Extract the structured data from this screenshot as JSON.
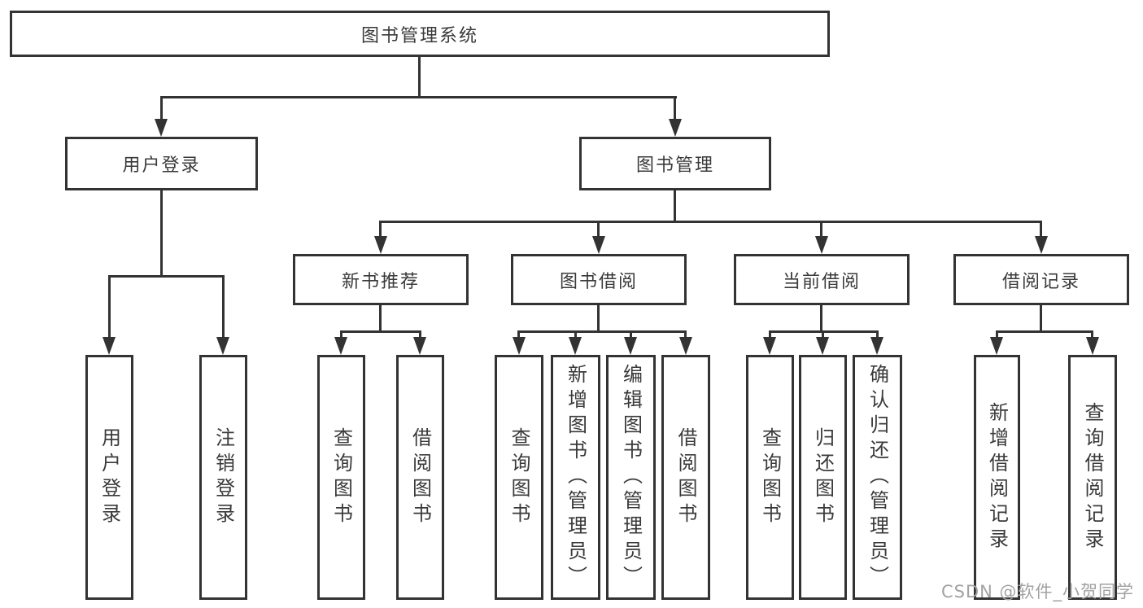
{
  "diagram": {
    "type": "hierarchy",
    "root": {
      "label": "图书管理系统"
    },
    "branches": [
      {
        "label": "用户登录",
        "children": [
          {
            "label": "用户登录"
          },
          {
            "label": "注销登录"
          }
        ]
      },
      {
        "label": "图书管理",
        "children": [
          {
            "label": "新书推荐",
            "children": [
              {
                "label": "查询图书"
              },
              {
                "label": "借阅图书"
              }
            ]
          },
          {
            "label": "图书借阅",
            "children": [
              {
                "label": "查询图书"
              },
              {
                "label": "新增图书（管理员）"
              },
              {
                "label": "编辑图书（管理员）"
              },
              {
                "label": "借阅图书"
              }
            ]
          },
          {
            "label": "当前借阅",
            "children": [
              {
                "label": "查询图书"
              },
              {
                "label": "归还图书"
              },
              {
                "label": "确认归还（管理员）"
              }
            ]
          },
          {
            "label": "借阅记录",
            "children": [
              {
                "label": "新增借阅记录"
              },
              {
                "label": "查询借阅记录"
              }
            ]
          }
        ]
      }
    ],
    "colors": {
      "line": "#333333",
      "box_border": "#333333",
      "text": "#3a3a3a",
      "background": "#ffffff",
      "watermark": "#a2a2a2"
    }
  },
  "watermark": {
    "text": "CSDN @软件_小贺同学"
  }
}
